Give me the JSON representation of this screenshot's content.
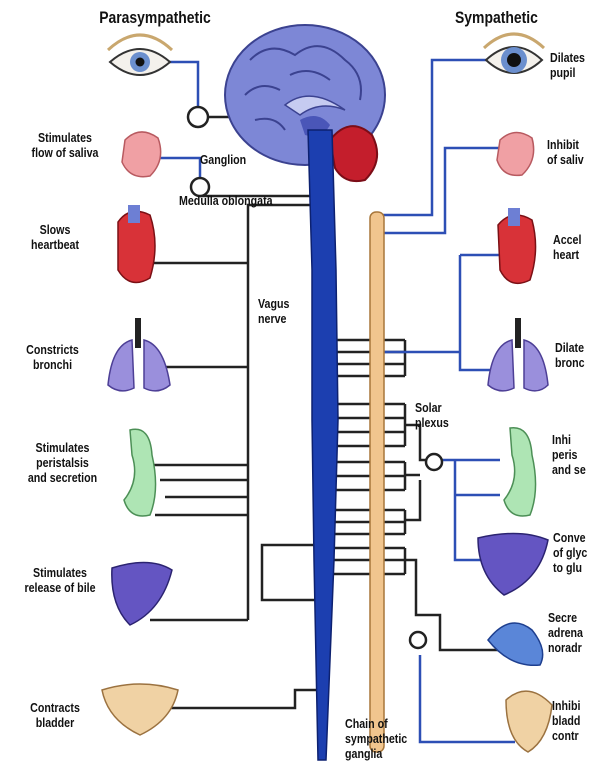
{
  "headings": {
    "parasympathetic": "Parasympathetic",
    "sympathetic": "Sympathetic"
  },
  "parasympathetic_effects": [
    "Stimulates\nflow of saliva",
    "Slows\nheartbeat",
    "Constricts\nbronchi",
    "Stimulates\nperistalsis\nand secretion",
    "Stimulates\nrelease of bile",
    "Contracts\nbladder"
  ],
  "sympathetic_effects": [
    "Dilates\npupil",
    "Inhibit\nof saliv",
    "Accel\nheart",
    "Dilate\nbronc",
    "Inhi\nperis\nand se",
    "Conve\nof glyc\nto glu",
    "Secre\nadrena\nnoradr",
    "Inhibi\nbladd\ncontr"
  ],
  "structures": {
    "ganglion": "Ganglion",
    "medulla": "Medulla oblongata",
    "vagus": "Vagus\nnerve",
    "solar_plexus": "Solar\nplexus",
    "chain": "Chain of\nsympathetic\nganglia"
  },
  "colors": {
    "nerve_line": "#222222",
    "sympathetic_line": "#2d4fb5",
    "brain": "#7d87d6",
    "cerebellum": "#c41e2c",
    "spinal_cord": "#1c3fb0",
    "ganglia_chain": "#f1c58e",
    "eye_iris": "#6b8fce",
    "salivary_gland": "#f0a0a4",
    "heart": "#d83238",
    "lungs": "#9a8fdc",
    "stomach": "#aee5b4",
    "liver": "#6455c2",
    "adrenal": "#5a86d8",
    "bladder": "#f0d2a4"
  }
}
